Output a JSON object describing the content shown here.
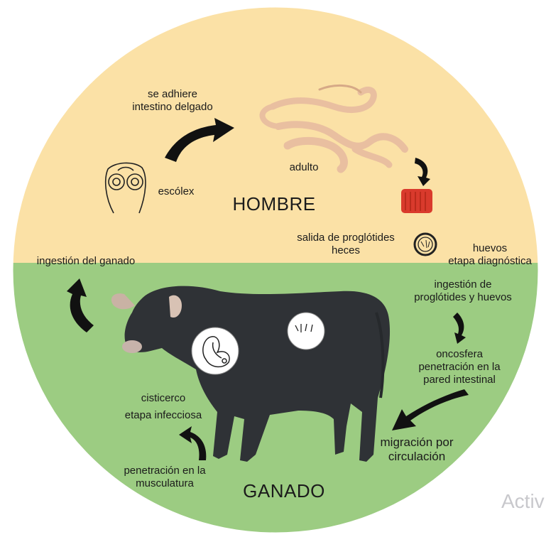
{
  "zones": {
    "top": {
      "label": "HOMBRE",
      "color": "#fbe1a6"
    },
    "bottom": {
      "label": "GANADO",
      "color": "#9ccc82"
    }
  },
  "steps": {
    "attach": {
      "line1": "se adhiere",
      "line2": "intestino delgado"
    },
    "adult": "adulto",
    "scolex": "escólex",
    "proglottid_exit": {
      "line1": "salida de proglótides",
      "line2": "heces"
    },
    "eggs": {
      "line1": "huevos",
      "line2": "etapa diagnóstica"
    },
    "cattle_ingestion": "ingestión del ganado",
    "ingestion": {
      "line1": "ingestión de",
      "line2": "proglótides y huevos"
    },
    "oncosphere": {
      "line1": "oncosfera",
      "line2": "penetración en la",
      "line3": "pared intestinal"
    },
    "migration": {
      "line1": "migración por",
      "line2": "circulación"
    },
    "cysticercus": {
      "line1": "cisticerco",
      "line2": "etapa infecciosa"
    },
    "muscle": {
      "line1": "penetración en la",
      "line2": "musculatura"
    }
  },
  "colors": {
    "arrow": "#111111",
    "proglottid": "#d93a2c",
    "worm": "#e9bfa0",
    "cow": "#2f3236"
  },
  "watermark": "Activ"
}
